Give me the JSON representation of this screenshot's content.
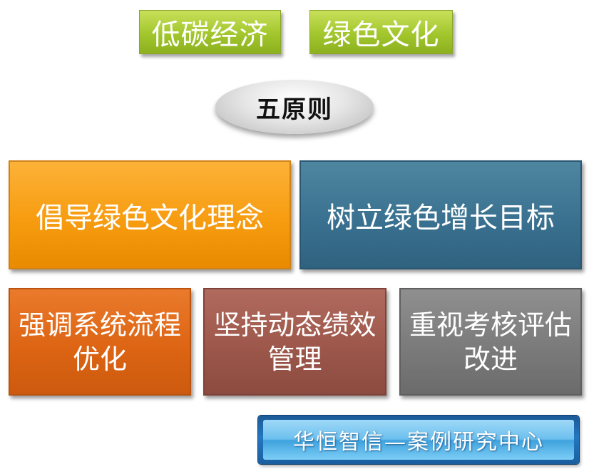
{
  "tags": {
    "left": "低碳经济",
    "right": "绿色文化"
  },
  "center_title": "五原则",
  "principles": {
    "p1": "倡导绿色文化理念",
    "p2": "树立绿色增长目标",
    "p3": "强调系统流程优化",
    "p4": "坚持动态绩效管理",
    "p5": "重视考核评估改进"
  },
  "banner": "华恒智信—案例研究中心",
  "colors": {
    "tag_green": "#a2c62c",
    "orange": "#f79c10",
    "blue": "#3a7190",
    "dark_orange": "#dd6514",
    "brown": "#9d574b",
    "gray": "#7b7b7b",
    "banner_blue": "#2377c0"
  }
}
